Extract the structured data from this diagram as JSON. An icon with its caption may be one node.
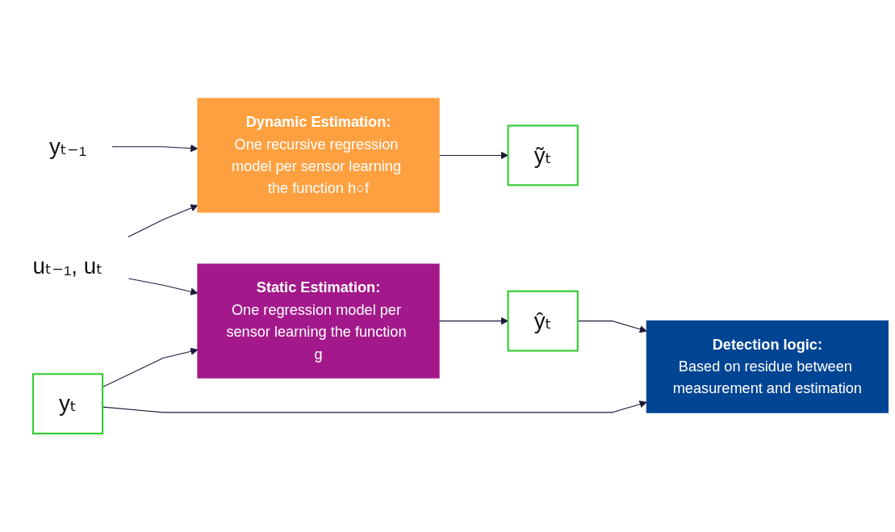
{
  "diagram": {
    "nodes": [
      {
        "text": [
          "yₜ"
        ]
      },
      {
        "text": [
          "Static Estimation:",
          "One regression model per sensor learning the function g"
        ]
      },
      {
        "text": [
          "ŷₜ"
        ]
      },
      {
        "text": [
          "Detection logic:",
          "Based on residue between measurement and estimation"
        ]
      },
      {
        "text": [
          "uₜ₋₁, uₜ"
        ]
      },
      {
        "text": [
          "yₜ₋₁"
        ]
      },
      {
        "text": [
          "Dynamic Estimation:",
          "One recursive regression model per sensor learning the function h○f"
        ]
      },
      {
        "text": [
          "ỹₜ"
        ]
      }
    ],
    "edges": [
      {
        "from": 0,
        "to": 1,
        "arrow": "to"
      },
      {
        "from": 0,
        "to": 3,
        "arrow": "to"
      },
      {
        "from": 1,
        "to": 2,
        "arrow": "to"
      },
      {
        "from": 2,
        "to": 3,
        "arrow": "to"
      },
      {
        "from": 4,
        "to": 1,
        "arrow": "to"
      },
      {
        "from": 4,
        "to": 6,
        "arrow": "to"
      },
      {
        "from": 5,
        "to": 6,
        "arrow": "to"
      },
      {
        "from": 6,
        "to": 7,
        "arrow": "to"
      }
    ]
  }
}
